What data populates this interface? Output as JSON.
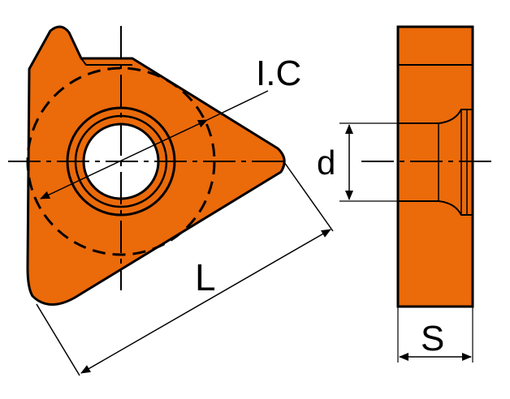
{
  "diagram": {
    "labels": {
      "inscribed_circle": "I.C",
      "length": "L",
      "hole_diameter": "d",
      "thickness": "S"
    },
    "colors": {
      "body_fill": "#EB6A0A",
      "outline": "#000000",
      "background": "#FFFFFF"
    },
    "views": [
      "top-view",
      "side-view"
    ]
  }
}
